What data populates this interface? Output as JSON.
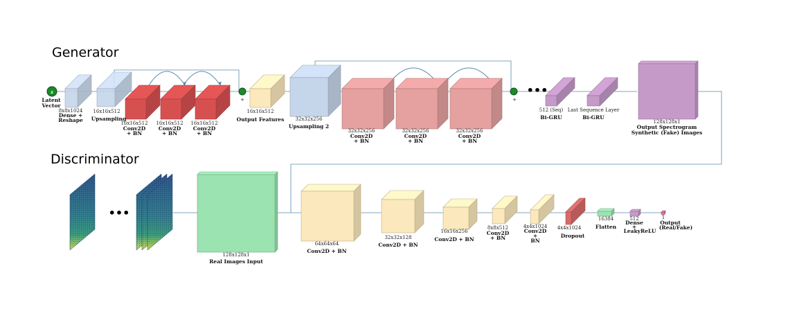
{
  "sections": {
    "generator": "Generator",
    "discriminator": "Discriminator"
  },
  "colors": {
    "blue": "#c5d5ea",
    "red": "#d75050",
    "pink": "#e5a0a0",
    "yellow": "#fbe8bc",
    "purple": "#c59ac9",
    "green": "#9be3b0",
    "node": "#1a8a2a",
    "line": "#5a8aa8"
  },
  "generator": {
    "latent": {
      "l1": "Latent",
      "l2": "Vector",
      "symbol": "z"
    },
    "dense": {
      "dim": "8x8x1024",
      "l1": "Dense +",
      "l2": "Reshape"
    },
    "upsampling": {
      "dim": "16x16x512",
      "label": "Upsampling"
    },
    "conv_small": [
      {
        "dim": "16x16x512",
        "l1": "Conv2D",
        "l2": "+ BN"
      },
      {
        "dim": "16x16x512",
        "l1": "Conv2D",
        "l2": "+ BN"
      },
      {
        "dim": "16x16x512",
        "l1": "Conv2D",
        "l2": "+ BN"
      }
    ],
    "plus": "+",
    "output_features": {
      "dim": "16x16x512",
      "label": "Output Features"
    },
    "upsampling2": {
      "dim": "32x32x256",
      "label": "Upsampling 2"
    },
    "conv_big": [
      {
        "dim": "32x32x256",
        "l1": "Conv2D",
        "l2": "+ BN"
      },
      {
        "dim": "32x32x256",
        "l1": "Conv2D",
        "l2": "+ BN"
      },
      {
        "dim": "32x32x256",
        "l1": "Conv2D",
        "l2": "+ BN"
      }
    ],
    "gru1": {
      "dim": "512 (Seq)",
      "label": "Bi-GRU"
    },
    "gru2": {
      "dim": "Last Sequence Layer",
      "label": "Bi-GRU"
    },
    "output": {
      "dim": "128x128x1",
      "l1": "Output Spectrogram",
      "l2": "Synthetic (Fake) Images"
    }
  },
  "discriminator": {
    "input": {
      "dim": "128x128x1",
      "label": "Real Images Input"
    },
    "conv": [
      {
        "dim": "64x64x64",
        "l1": "Conv2D + BN",
        "l2": ""
      },
      {
        "dim": "32x32x128",
        "l1": "Conv2D + BN",
        "l2": ""
      },
      {
        "dim": "16x16x256",
        "l1": "Conv2D + BN",
        "l2": ""
      },
      {
        "dim": "8x8x512",
        "l1": "Conv2D",
        "l2": "+ BN"
      },
      {
        "dim": "4x4x1024",
        "l1": "Conv2D",
        "l2": "+",
        "l3": "BN"
      }
    ],
    "dropout": {
      "dim": "4x4x1024",
      "label": "Dropout"
    },
    "flatten": {
      "dim": "16384",
      "label": "Flatten"
    },
    "dense": {
      "dim": "512",
      "l1": "Dense",
      "l2": "+",
      "l3": "LeakyReLU"
    },
    "output": {
      "dim": "1",
      "l1": "Output",
      "l2": "(Real/Fake)"
    }
  }
}
